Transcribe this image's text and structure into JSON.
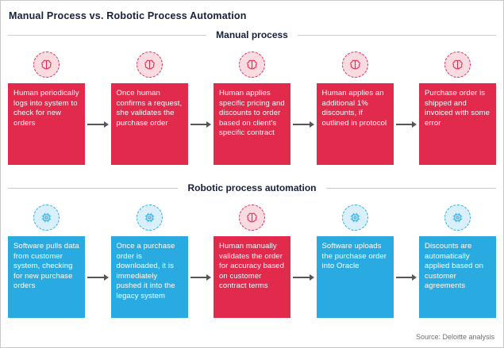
{
  "title": "Manual Process vs. Robotic Process Automation",
  "source": "Source: Deloitte analysis",
  "colors": {
    "manual_red": "#e22a4d",
    "automation_blue": "#29abe2",
    "arrow_gray": "#53565a"
  },
  "sections": [
    {
      "header": "Manual process",
      "steps": [
        {
          "icon": "brain-icon",
          "color": "red",
          "text": "Human periodically logs into system to check for new orders"
        },
        {
          "icon": "brain-icon",
          "color": "red",
          "text": "Once human confirms a request, she validates the purchase order"
        },
        {
          "icon": "brain-icon",
          "color": "red",
          "text": "Human applies specific pricing and discounts to order based on client's specific contract"
        },
        {
          "icon": "brain-icon",
          "color": "red",
          "text": "Human applies an additional 1% discounts, if outlined in protocol"
        },
        {
          "icon": "brain-icon",
          "color": "red",
          "text": "Purchase order is shipped and invoiced with some error"
        }
      ]
    },
    {
      "header": "Robotic process automation",
      "steps": [
        {
          "icon": "chip-icon",
          "color": "blue",
          "text": "Software pulls data from customer system, checking for new purchase orders"
        },
        {
          "icon": "chip-icon",
          "color": "blue",
          "text": "Once a purchase order is downloaded, it is immediately pushed it into the legacy system"
        },
        {
          "icon": "brain-icon",
          "color": "red",
          "text": "Human manually validates the order for accuracy based on customer contract terms"
        },
        {
          "icon": "chip-icon",
          "color": "blue",
          "text": "Software uploads the purchase order into Oracle"
        },
        {
          "icon": "chip-icon",
          "color": "blue",
          "text": "Discounts are automatically applied based on customer agreements"
        }
      ]
    }
  ]
}
